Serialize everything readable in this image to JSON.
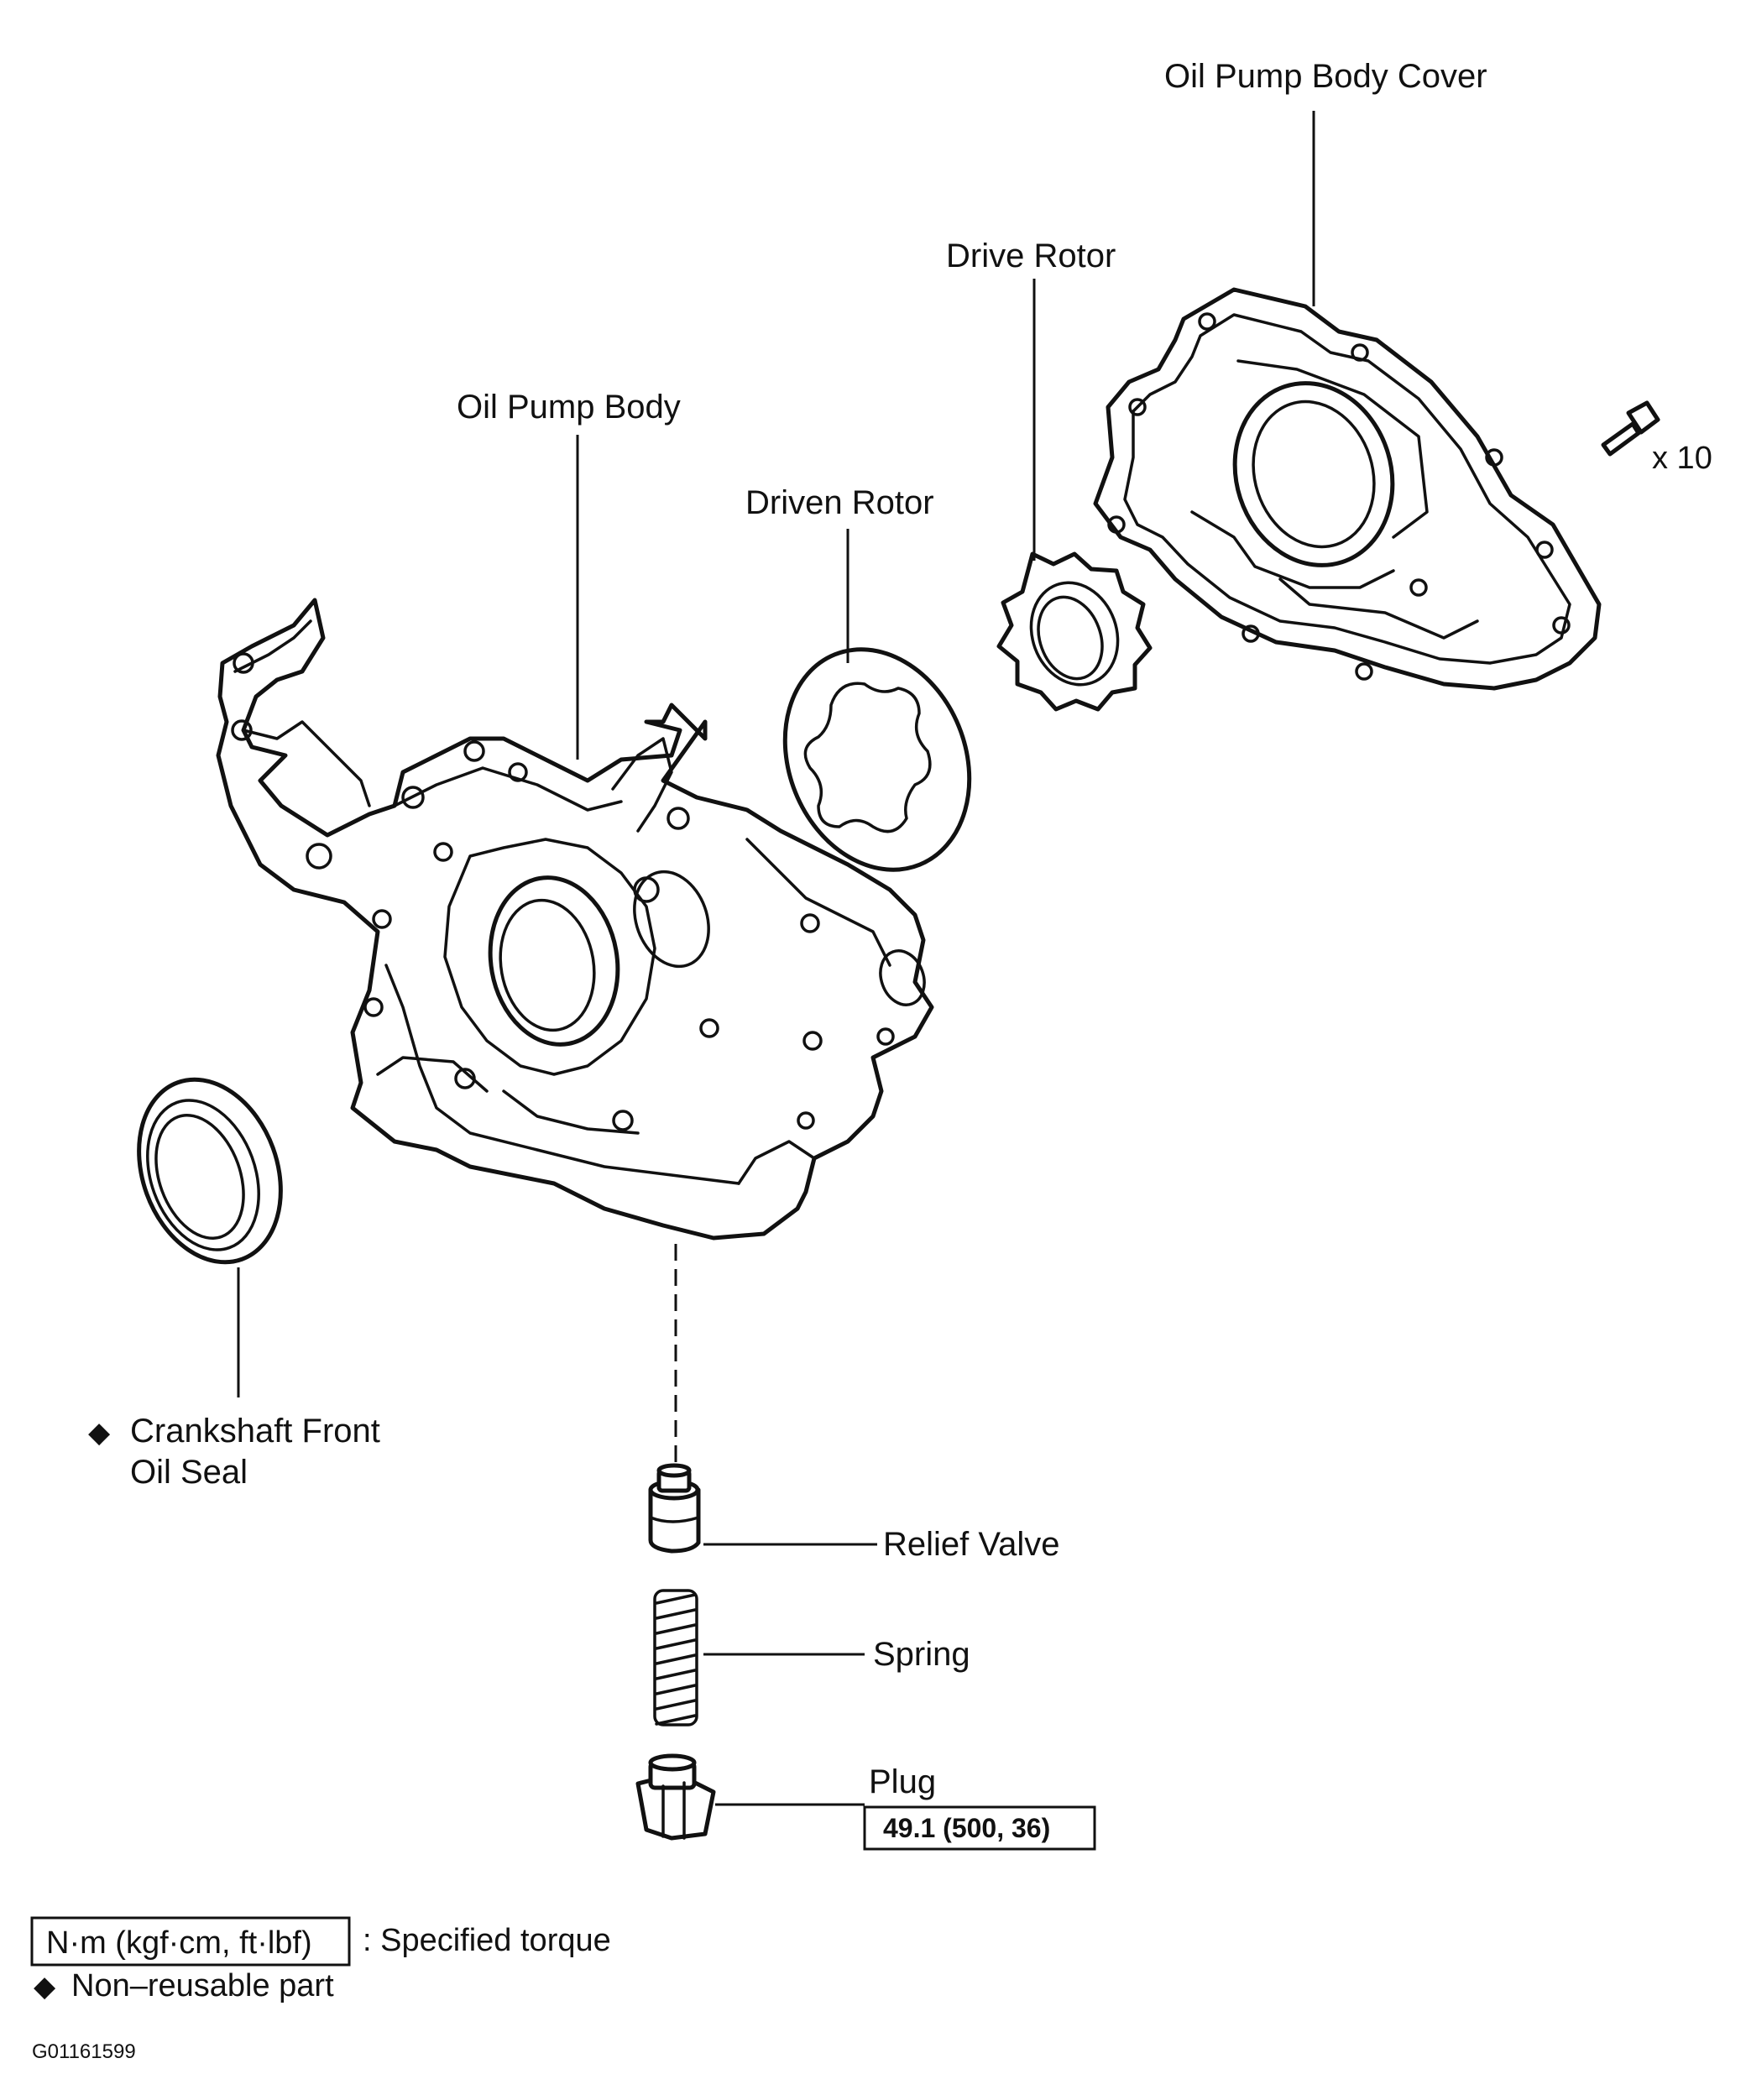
{
  "labels": {
    "oil_pump_body_cover": "Oil Pump Body Cover",
    "drive_rotor": "Drive Rotor",
    "oil_pump_body": "Oil Pump Body",
    "driven_rotor": "Driven Rotor",
    "bolt_count": "x 10",
    "crankshaft_seal_line1": "Crankshaft Front",
    "crankshaft_seal_line2": "Oil Seal",
    "relief_valve": "Relief Valve",
    "spring": "Spring",
    "plug": "Plug",
    "plug_torque": "49.1 (500, 36)"
  },
  "markers": {
    "non_reusable_symbol": "◆"
  },
  "legend": {
    "torque_unit_box": "N·m (kgf·cm, ft·lbf)",
    "torque_desc": ": Specified torque",
    "non_reusable_desc": "Non–reusable part"
  },
  "figure_id": "G01161599"
}
